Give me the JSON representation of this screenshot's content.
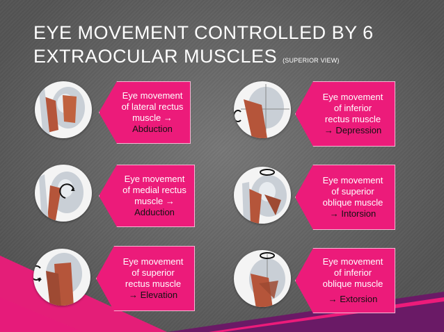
{
  "title": {
    "main_line1": "EYE MOVEMENT CONTROLLED BY 6",
    "main_line2": "EXTRAOCULAR MUSCLES ",
    "subtitle": "(SUPERIOR VIEW)"
  },
  "cards": [
    {
      "lines": [
        "Eye movement",
        "of lateral rectus",
        "muscle →"
      ],
      "result": "Abduction"
    },
    {
      "lines": [
        "Eye movement",
        "of medial rectus",
        "muscle →"
      ],
      "result": "Adduction"
    },
    {
      "lines": [
        "Eye movement",
        "of superior",
        "rectus muscle"
      ],
      "result": "→ Elevation"
    },
    {
      "lines": [
        "Eye movement",
        "of inferior",
        "rectus muscle"
      ],
      "result": "→ Depression"
    },
    {
      "lines": [
        "Eye movement",
        "of superior",
        "oblique muscle"
      ],
      "result": "→ Intorsion"
    },
    {
      "lines": [
        "Eye movement",
        "of inferior",
        "oblique muscle"
      ],
      "result": "→ Extorsion"
    }
  ],
  "colors": {
    "accent": "#ec1b7a",
    "ribbon_dark": "#6a1a66",
    "background": "#666666"
  }
}
